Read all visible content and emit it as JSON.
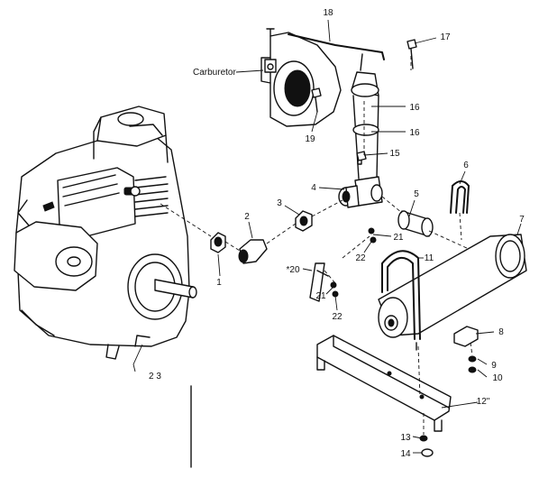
{
  "callouts": {
    "c1": "1",
    "c2": "2",
    "c3": "3",
    "c4": "4",
    "c5": "5",
    "c6": "6",
    "c7": "7",
    "c8": "8",
    "c9": "9",
    "c10": "10",
    "c11": "11",
    "c12": "12\"",
    "c13": "13",
    "c14": "14",
    "c15": "15",
    "c16a": "16",
    "c16b": "16",
    "c17": "17",
    "c18": "18",
    "c19": "19",
    "c20": "*20",
    "c21a": "21",
    "c21b": "21",
    "c22a": "22",
    "c22b": "22",
    "c23": "2 3"
  },
  "carburetor_label": "Carburetor"
}
